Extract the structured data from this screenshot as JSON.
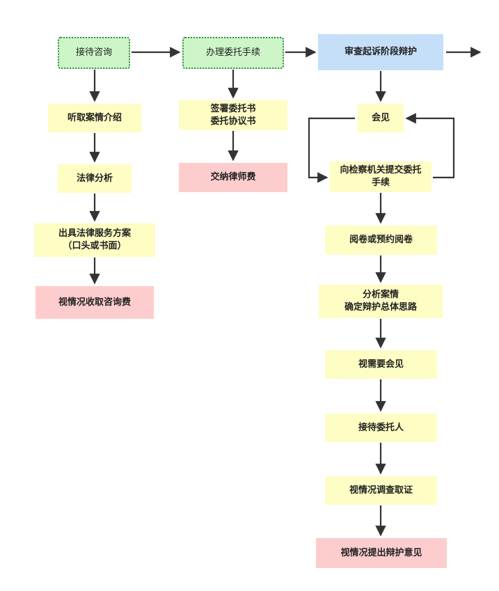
{
  "colors": {
    "green": "#cdf5c8",
    "blue": "#c5dff8",
    "yellow": "#fdfdc4",
    "pink": "#fdcdcd",
    "arrow": "#333333"
  },
  "nodes": {
    "reception_consult": "接待咨询",
    "handle_entrustment": "办理委托手续",
    "review_prosecution": "审查起诉阶段辩护",
    "listen_case": "听取案情介绍",
    "legal_analysis": "法律分析",
    "legal_service_plan": "出具法律服务方案\n（口头或书面）",
    "consult_fee": "视情况收取咨询费",
    "sign_entrustment": "签署委托书\n委托协议书",
    "pay_fee": "交纳律师费",
    "meeting": "会见",
    "submit_procuratorate": "向检察机关提交委托\n手续",
    "read_files": "阅卷或预约阅卷",
    "analyze_case": "分析案情\n确定辩护总体思路",
    "meet_if_needed": "视需要会见",
    "receive_client": "接待委托人",
    "investigate_evidence": "视情况调查取证",
    "defense_opinion": "视情况提出辩护意见"
  }
}
